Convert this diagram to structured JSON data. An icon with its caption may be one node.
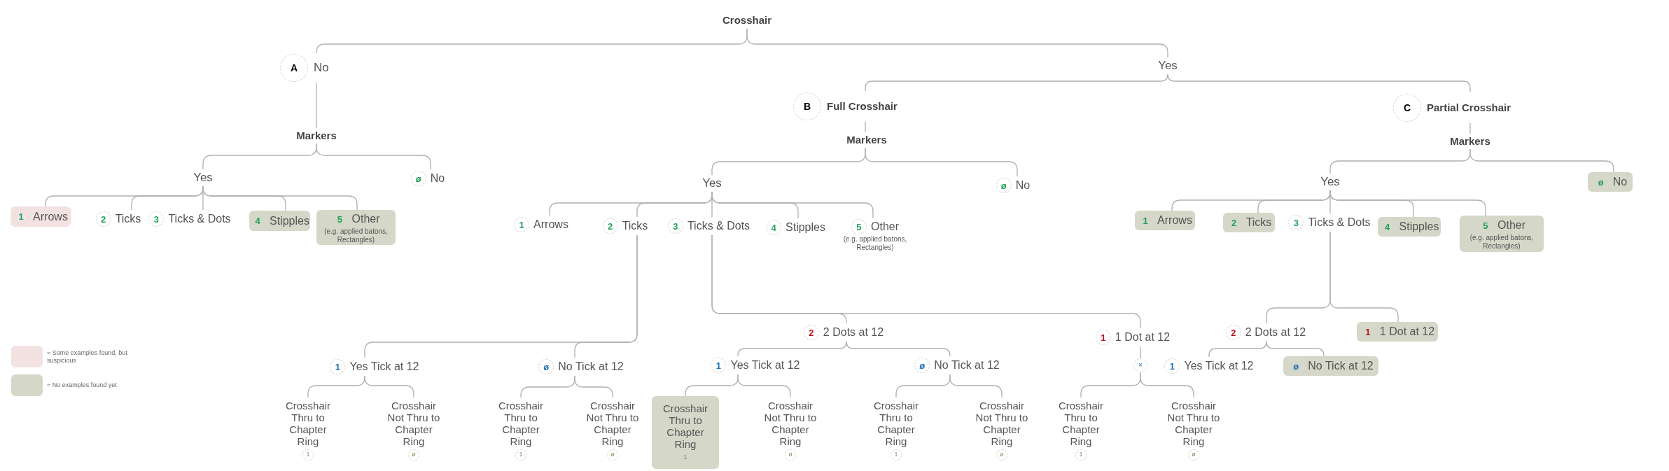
{
  "diagram": {
    "nodes": [
      {
        "text": [
          "Crosshair"
        ]
      },
      {
        "text": [
          "A",
          "No"
        ]
      },
      {
        "text": [
          "Markers"
        ]
      },
      {
        "text": [
          "Yes"
        ]
      },
      {
        "text": [
          "1",
          "Arrows"
        ]
      },
      {
        "text": [
          "2",
          "Ticks"
        ]
      },
      {
        "text": [
          "3",
          "Ticks & Dots"
        ]
      },
      {
        "text": [
          "4",
          "Stipples"
        ]
      },
      {
        "text": [
          "5",
          "Other",
          "(e.g. applied batons, Rectangles)"
        ]
      },
      {
        "text": [
          "ø",
          "No"
        ]
      },
      {
        "text": [
          "Yes"
        ]
      },
      {
        "text": [
          "B",
          "Full Crosshair"
        ]
      },
      {
        "text": [
          "Markers"
        ]
      },
      {
        "text": [
          "Yes"
        ]
      },
      {
        "text": [
          "1",
          "Arrows"
        ]
      },
      {
        "text": [
          "2",
          "Ticks"
        ]
      },
      {
        "text": [
          "3",
          "Ticks & Dots"
        ]
      },
      {
        "text": [
          "4",
          "Stipples"
        ]
      },
      {
        "text": [
          "5",
          "Other",
          "(e.g. applied batons, Rectangles)"
        ]
      },
      {
        "text": [
          "ø",
          "No"
        ]
      },
      {
        "text": [
          "1",
          "Yes Tick at 12"
        ]
      },
      {
        "text": [
          "Crosshair Thru to Chapter Ring",
          "1"
        ]
      },
      {
        "text": [
          "Crosshair Not Thru to Chapter Ring",
          "ø"
        ]
      },
      {
        "text": [
          "ø",
          "No Tick at 12"
        ]
      },
      {
        "text": [
          "Crosshair Thru to Chapter Ring",
          "1"
        ]
      },
      {
        "text": [
          "Crosshair Not Thru to Chapter Ring",
          "ø"
        ]
      },
      {
        "text": [
          "2",
          "2 Dots at 12"
        ]
      },
      {
        "text": [
          "1",
          "Yes Tick at 12"
        ]
      },
      {
        "text": [
          "Crosshair Thru to Chapter Ring",
          "1"
        ]
      },
      {
        "text": [
          "Crosshair Not Thru to Chapter Ring",
          "ø"
        ]
      },
      {
        "text": [
          "ø",
          "No Tick at 12"
        ]
      },
      {
        "text": [
          "Crosshair Thru to Chapter Ring",
          "1"
        ]
      },
      {
        "text": [
          "Crosshair Not Thru to Chapter Ring",
          "ø"
        ]
      },
      {
        "text": [
          "1",
          "1 Dot at 12"
        ]
      },
      {
        "text": [
          "×"
        ]
      },
      {
        "text": [
          "Crosshair Thru to Chapter Ring",
          "1"
        ]
      },
      {
        "text": [
          "Crosshair Not Thru to Chapter Ring",
          "ø"
        ]
      },
      {
        "text": [
          "C",
          "Partial Crosshair"
        ]
      },
      {
        "text": [
          "Markers"
        ]
      },
      {
        "text": [
          "Yes"
        ]
      },
      {
        "text": [
          "1",
          "Arrows"
        ]
      },
      {
        "text": [
          "2",
          "Ticks"
        ]
      },
      {
        "text": [
          "3",
          "Ticks & Dots"
        ]
      },
      {
        "text": [
          "4",
          "Stipples"
        ]
      },
      {
        "text": [
          "5",
          "Other",
          "(e.g. applied batons, Rectangles)"
        ]
      },
      {
        "text": [
          "2",
          "2 Dots at 12"
        ]
      },
      {
        "text": [
          "1",
          "Yes Tick at 12"
        ]
      },
      {
        "text": [
          "ø",
          "No Tick at 12"
        ]
      },
      {
        "text": [
          "1",
          "1 Dot at 12"
        ]
      },
      {
        "text": [
          "ø",
          "No"
        ]
      }
    ],
    "edges": [
      {
        "from": 0,
        "to": 1,
        "arrow": "none"
      },
      {
        "from": 0,
        "to": 10,
        "arrow": "none"
      },
      {
        "from": 1,
        "to": 2,
        "arrow": "none"
      },
      {
        "from": 2,
        "to": 3,
        "arrow": "none"
      },
      {
        "from": 2,
        "to": 9,
        "arrow": "none"
      },
      {
        "from": 3,
        "to": 4,
        "arrow": "none"
      },
      {
        "from": 3,
        "to": 5,
        "arrow": "none"
      },
      {
        "from": 3,
        "to": 6,
        "arrow": "none"
      },
      {
        "from": 3,
        "to": 7,
        "arrow": "none"
      },
      {
        "from": 3,
        "to": 8,
        "arrow": "none"
      },
      {
        "from": 10,
        "to": 11,
        "arrow": "none"
      },
      {
        "from": 10,
        "to": 37,
        "arrow": "none"
      },
      {
        "from": 11,
        "to": 12,
        "arrow": "none"
      },
      {
        "from": 12,
        "to": 13,
        "arrow": "none"
      },
      {
        "from": 12,
        "to": 19,
        "arrow": "none"
      },
      {
        "from": 13,
        "to": 14,
        "arrow": "none"
      },
      {
        "from": 13,
        "to": 15,
        "arrow": "none"
      },
      {
        "from": 13,
        "to": 16,
        "arrow": "none"
      },
      {
        "from": 13,
        "to": 17,
        "arrow": "none"
      },
      {
        "from": 13,
        "to": 18,
        "arrow": "none"
      },
      {
        "from": 15,
        "to": 20,
        "arrow": "none"
      },
      {
        "from": 15,
        "to": 23,
        "arrow": "none"
      },
      {
        "from": 20,
        "to": 21,
        "arrow": "none"
      },
      {
        "from": 20,
        "to": 22,
        "arrow": "none"
      },
      {
        "from": 23,
        "to": 24,
        "arrow": "none"
      },
      {
        "from": 23,
        "to": 25,
        "arrow": "none"
      },
      {
        "from": 16,
        "to": 26,
        "arrow": "none"
      },
      {
        "from": 16,
        "to": 33,
        "arrow": "none"
      },
      {
        "from": 26,
        "to": 27,
        "arrow": "none"
      },
      {
        "from": 26,
        "to": 30,
        "arrow": "none"
      },
      {
        "from": 27,
        "to": 28,
        "arrow": "none"
      },
      {
        "from": 27,
        "to": 29,
        "arrow": "none"
      },
      {
        "from": 30,
        "to": 31,
        "arrow": "none"
      },
      {
        "from": 30,
        "to": 32,
        "arrow": "none"
      },
      {
        "from": 33,
        "to": 34,
        "arrow": "none"
      },
      {
        "from": 34,
        "to": 35,
        "arrow": "none"
      },
      {
        "from": 34,
        "to": 36,
        "arrow": "none"
      },
      {
        "from": 37,
        "to": 38,
        "arrow": "none"
      },
      {
        "from": 38,
        "to": 39,
        "arrow": "none"
      },
      {
        "from": 38,
        "to": 49,
        "arrow": "none"
      },
      {
        "from": 39,
        "to": 40,
        "arrow": "none"
      },
      {
        "from": 39,
        "to": 41,
        "arrow": "none"
      },
      {
        "from": 39,
        "to": 42,
        "arrow": "none"
      },
      {
        "from": 39,
        "to": 43,
        "arrow": "none"
      },
      {
        "from": 39,
        "to": 44,
        "arrow": "none"
      },
      {
        "from": 42,
        "to": 45,
        "arrow": "none"
      },
      {
        "from": 42,
        "to": 48,
        "arrow": "none"
      },
      {
        "from": 45,
        "to": 46,
        "arrow": "none"
      },
      {
        "from": 45,
        "to": 47,
        "arrow": "none"
      }
    ],
    "legend": [
      {
        "text": "= Some examples found, but suspicious",
        "color": "#f2e2e2"
      },
      {
        "text": "= No examples found yet",
        "color": "#d5d8c8"
      }
    ]
  }
}
